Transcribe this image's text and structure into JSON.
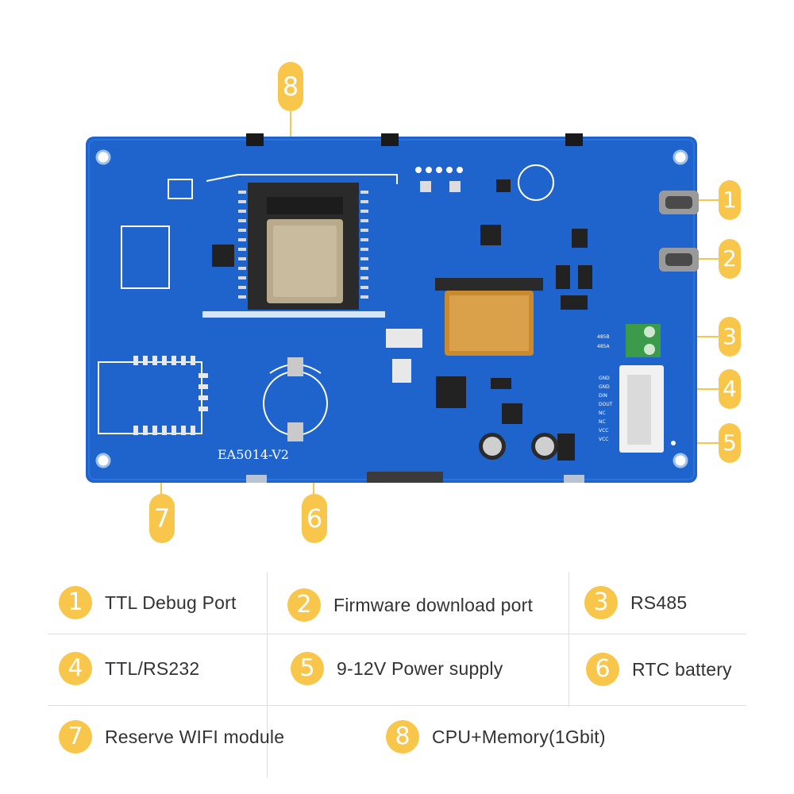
{
  "board": {
    "model_label": "EA5014-V2",
    "pcb_color": "#1f63cc",
    "accent_color": "#f8c64a",
    "silkscreen": {
      "rs485_pins": [
        "485B",
        "485A"
      ],
      "uart_pins": [
        "GND",
        "GND",
        "DIN",
        "DOUT",
        "NC",
        "NC",
        "VCC",
        "VCC"
      ]
    }
  },
  "callouts": [
    "1",
    "2",
    "3",
    "4",
    "5",
    "6",
    "7",
    "8"
  ],
  "legend": [
    {
      "num": "1",
      "label": "TTL Debug Port"
    },
    {
      "num": "2",
      "label": "Firmware download port"
    },
    {
      "num": "3",
      "label": "RS485"
    },
    {
      "num": "4",
      "label": "TTL/RS232"
    },
    {
      "num": "5",
      "label": "9-12V Power supply"
    },
    {
      "num": "6",
      "label": "RTC battery"
    },
    {
      "num": "7",
      "label": "Reserve WIFI module"
    },
    {
      "num": "8",
      "label": "CPU+Memory(1Gbit)"
    }
  ]
}
